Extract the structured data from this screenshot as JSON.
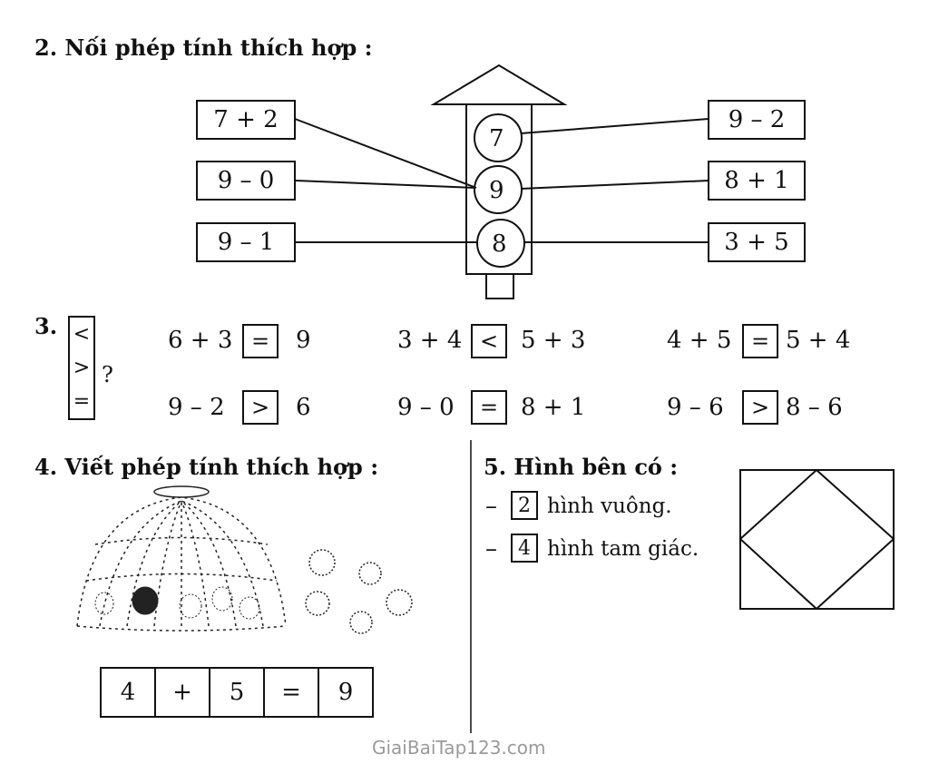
{
  "ex2": {
    "title": "2. Nối phép tính thích hợp :",
    "left": [
      "7 + 2",
      "9 – 0",
      "9 – 1"
    ],
    "lights": [
      "7",
      "9",
      "8"
    ],
    "right": [
      "9 – 2",
      "8 + 1",
      "3 + 5"
    ]
  },
  "ex3": {
    "label": "3.",
    "signs": [
      "<",
      ">",
      "="
    ],
    "question_mark": "?",
    "rows": [
      [
        {
          "left": "6 + 3",
          "answer": "=",
          "right": "9"
        },
        {
          "left": "3 + 4",
          "answer": "<",
          "right": "5 + 3"
        },
        {
          "left": "4 + 5",
          "answer": "=",
          "right": "5 + 4"
        }
      ],
      [
        {
          "left": "9 – 2",
          "answer": ">",
          "right": "6"
        },
        {
          "left": "9 – 0",
          "answer": "=",
          "right": "8 + 1"
        },
        {
          "left": "9 – 6",
          "answer": ">",
          "right": "8 – 6"
        }
      ]
    ]
  },
  "ex4": {
    "title": "4. Viết phép tính thích hợp :",
    "cells": [
      "4",
      "+",
      "5",
      "=",
      "9"
    ]
  },
  "ex5": {
    "title": "5. Hình bên có :",
    "items": [
      {
        "dash": "–",
        "count": "2",
        "text": "hình vuông."
      },
      {
        "dash": "–",
        "count": "4",
        "text": "hình tam giác."
      }
    ]
  },
  "watermark": "GiaiBaiTap123.com"
}
